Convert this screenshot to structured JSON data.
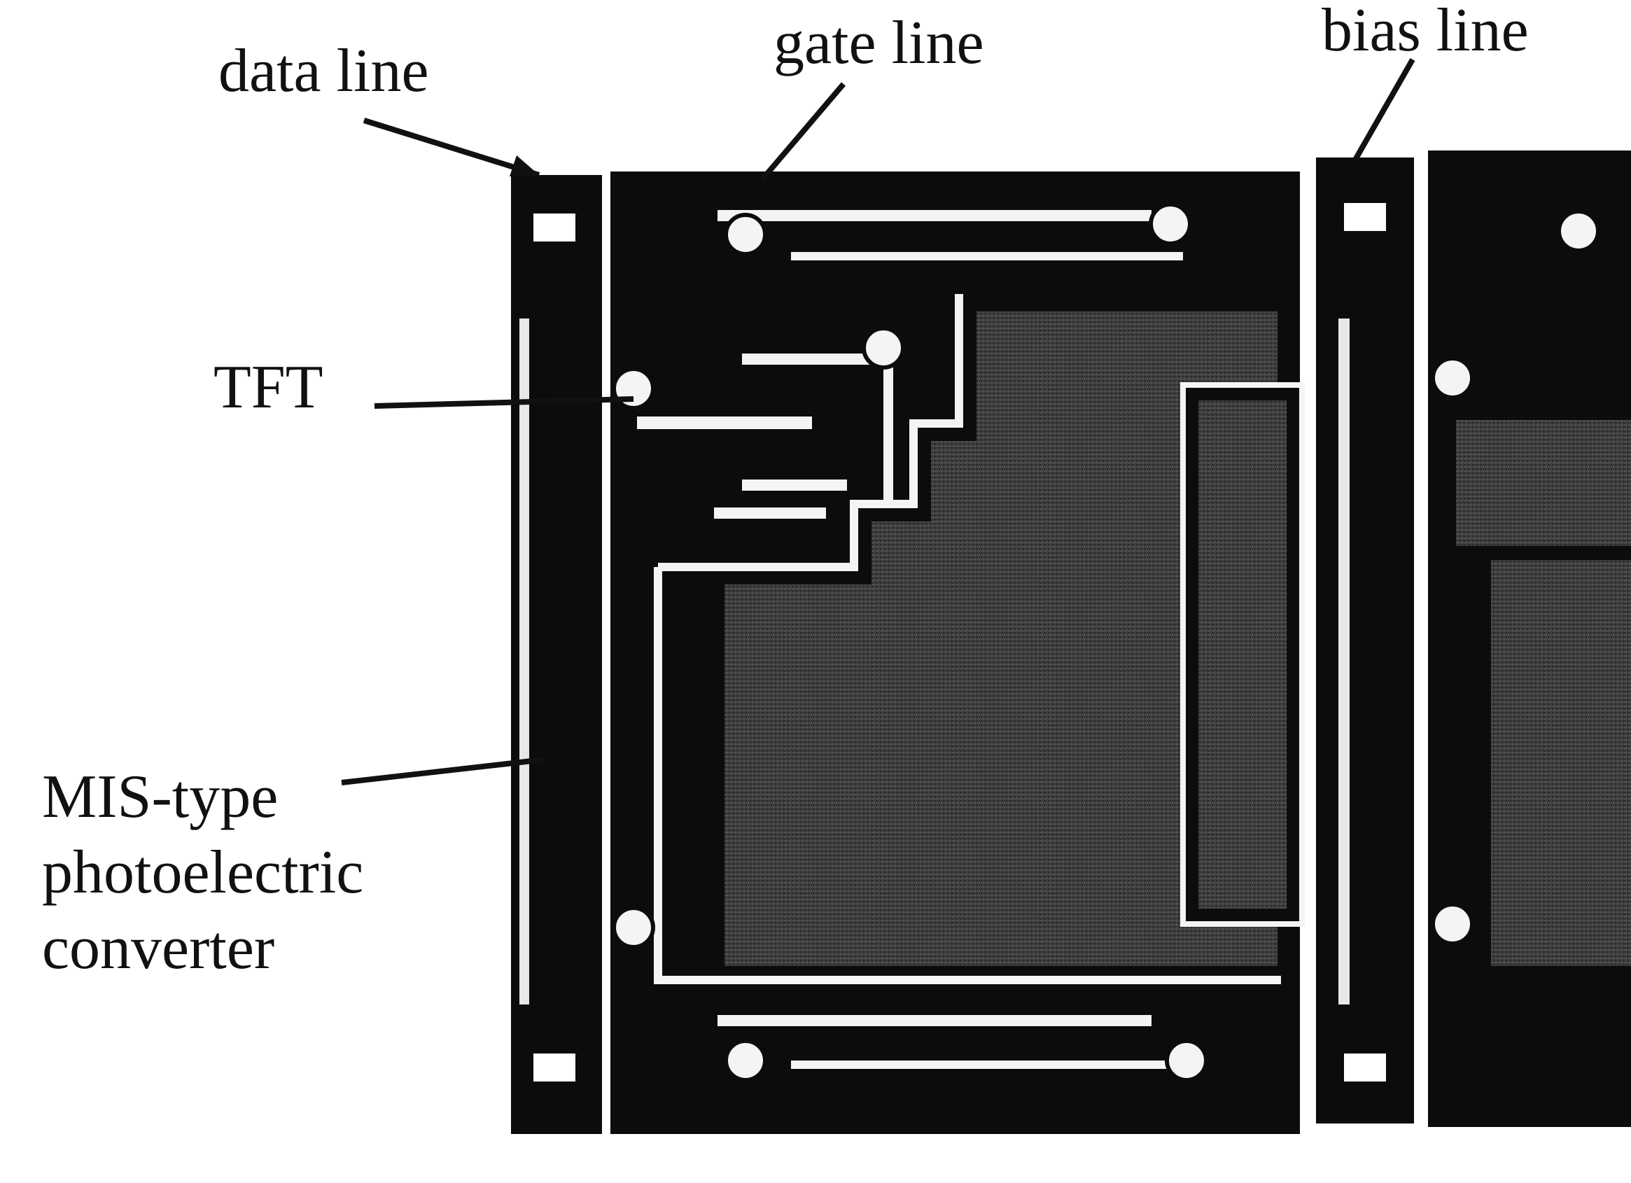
{
  "labels": {
    "data_line": "data line",
    "gate_line": "gate line",
    "bias_line": "bias line",
    "tft": "TFT",
    "mis_line1": "MIS-type",
    "mis_line2": "photoelectric",
    "mis_line3": "converter"
  },
  "colors": {
    "metal": "#0c0c0c",
    "gap": "#f4f4f4",
    "sensor": "#3a3a3a",
    "background": "#ffffff"
  }
}
